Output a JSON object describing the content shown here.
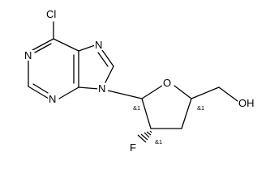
{
  "molecule": {
    "atoms": {
      "cl": "Cl",
      "n1": "N",
      "n3": "N",
      "n7": "N",
      "n9": "N",
      "o_ring": "O",
      "oh": "OH",
      "f": "F"
    },
    "stereo": {
      "c1": "&1",
      "c4": "&1",
      "c2": "&1"
    }
  }
}
